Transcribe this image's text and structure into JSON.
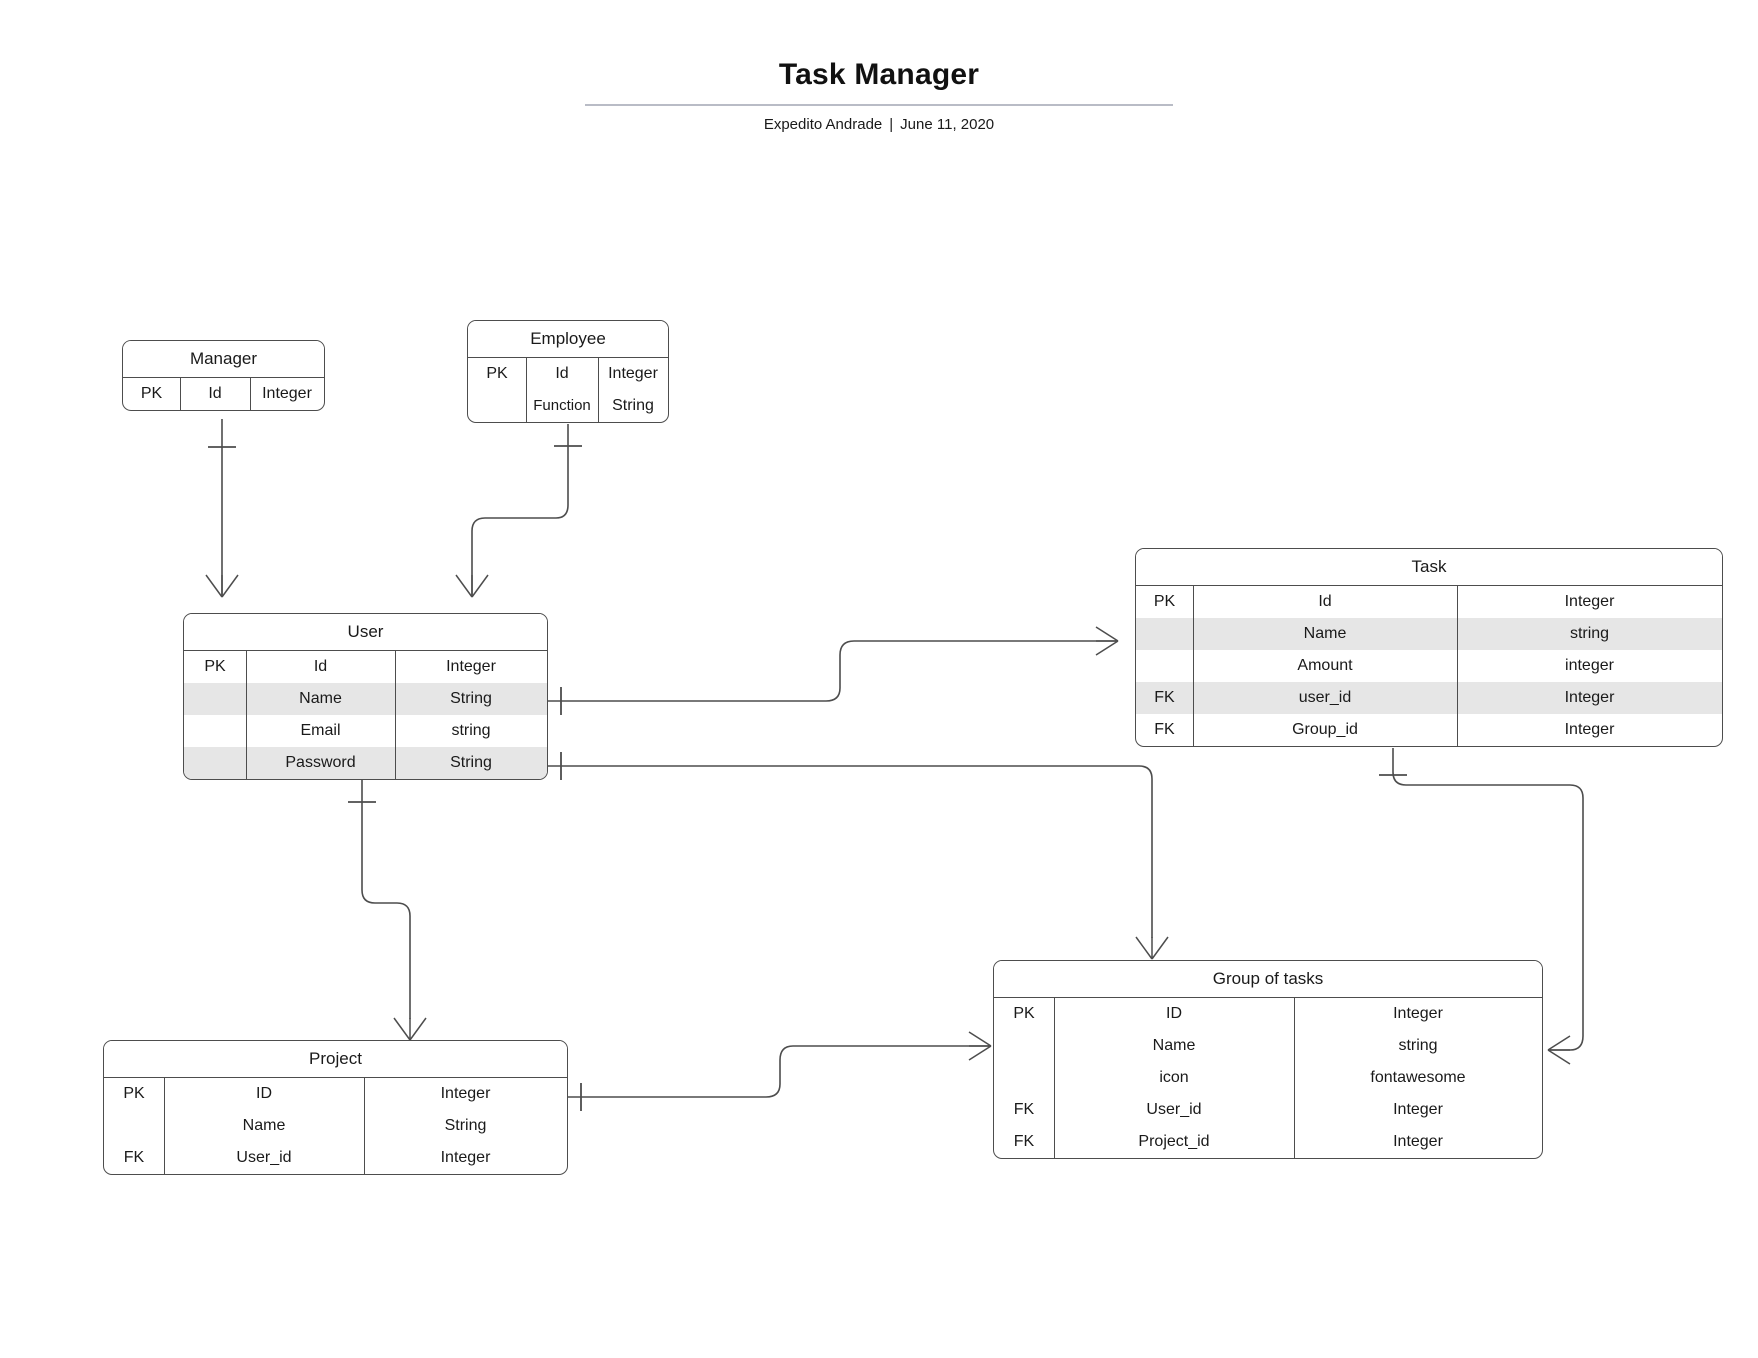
{
  "header": {
    "title": "Task Manager",
    "author": "Expedito Andrade",
    "separator": "|",
    "date": "June 11, 2020"
  },
  "diagram": {
    "type": "entity-relationship-diagram",
    "notation": "crow's-foot",
    "colors": {
      "border": "#4d4d4d",
      "row_shade": "#e6e6e6",
      "background": "#ffffff",
      "rule": "#b9bcc6",
      "text": "#1a1a1a"
    },
    "entities": [
      {
        "id": "manager",
        "name": "Manager",
        "columns": [
          "key",
          "field",
          "type"
        ],
        "rows": [
          {
            "key": "PK",
            "field": "Id",
            "type": "Integer",
            "shaded": false
          }
        ]
      },
      {
        "id": "employee",
        "name": "Employee",
        "columns": [
          "key",
          "field",
          "type"
        ],
        "rows": [
          {
            "key": "PK",
            "field": "Id",
            "type": "Integer",
            "shaded": false
          },
          {
            "key": "",
            "field": "Function",
            "type": "String",
            "shaded": false
          }
        ]
      },
      {
        "id": "user",
        "name": "User",
        "columns": [
          "key",
          "field",
          "type"
        ],
        "rows": [
          {
            "key": "PK",
            "field": "Id",
            "type": "Integer",
            "shaded": false
          },
          {
            "key": "",
            "field": "Name",
            "type": "String",
            "shaded": true
          },
          {
            "key": "",
            "field": "Email",
            "type": "string",
            "shaded": false
          },
          {
            "key": "",
            "field": "Password",
            "type": "String",
            "shaded": true
          }
        ]
      },
      {
        "id": "task",
        "name": "Task",
        "columns": [
          "key",
          "field",
          "type"
        ],
        "rows": [
          {
            "key": "PK",
            "field": "Id",
            "type": "Integer",
            "shaded": false
          },
          {
            "key": "",
            "field": "Name",
            "type": "string",
            "shaded": true
          },
          {
            "key": "",
            "field": "Amount",
            "type": "integer",
            "shaded": false
          },
          {
            "key": "FK",
            "field": "user_id",
            "type": "Integer",
            "shaded": true
          },
          {
            "key": "FK",
            "field": "Group_id",
            "type": "Integer",
            "shaded": false
          }
        ]
      },
      {
        "id": "group-of-tasks",
        "name": "Group of tasks",
        "columns": [
          "key",
          "field",
          "type"
        ],
        "rows": [
          {
            "key": "PK",
            "field": "ID",
            "type": "Integer",
            "shaded": false
          },
          {
            "key": "",
            "field": "Name",
            "type": "string",
            "shaded": false
          },
          {
            "key": "",
            "field": "icon",
            "type": "fontawesome",
            "shaded": false
          },
          {
            "key": "FK",
            "field": "User_id",
            "type": "Integer",
            "shaded": false
          },
          {
            "key": "FK",
            "field": "Project_id",
            "type": "Integer",
            "shaded": false
          }
        ]
      },
      {
        "id": "project",
        "name": "Project",
        "columns": [
          "key",
          "field",
          "type"
        ],
        "rows": [
          {
            "key": "PK",
            "field": "ID",
            "type": "Integer",
            "shaded": false
          },
          {
            "key": "",
            "field": "Name",
            "type": "String",
            "shaded": false
          },
          {
            "key": "FK",
            "field": "User_id",
            "type": "Integer",
            "shaded": false
          }
        ]
      }
    ],
    "relationships": [
      {
        "id": "manager-user",
        "from": "Manager",
        "to": "User",
        "from_cardinality": "one",
        "to_cardinality": "many"
      },
      {
        "id": "employee-user",
        "from": "Employee",
        "to": "User",
        "from_cardinality": "one",
        "to_cardinality": "many"
      },
      {
        "id": "user-task",
        "from": "User",
        "to": "Task",
        "from_cardinality": "one",
        "to_cardinality": "many"
      },
      {
        "id": "user-group",
        "from": "User",
        "to": "Group of tasks",
        "from_cardinality": "one",
        "to_cardinality": "many"
      },
      {
        "id": "user-project",
        "from": "User",
        "to": "Project",
        "from_cardinality": "one",
        "to_cardinality": "many"
      },
      {
        "id": "task-group",
        "from": "Task",
        "to": "Group of tasks",
        "from_cardinality": "one",
        "to_cardinality": "many"
      },
      {
        "id": "project-group",
        "from": "Project",
        "to": "Group of tasks",
        "from_cardinality": "one",
        "to_cardinality": "many"
      }
    ]
  }
}
